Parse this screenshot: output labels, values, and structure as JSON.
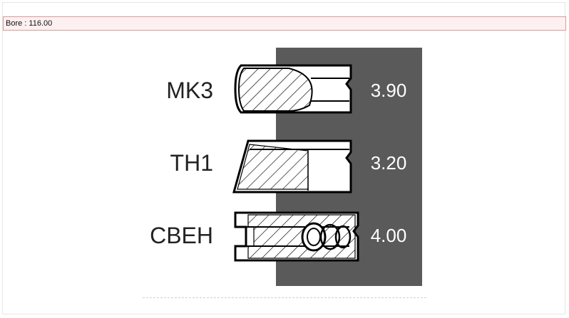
{
  "bore_bar": {
    "text": "Bore : 116.00"
  },
  "rings": [
    {
      "name": "MK3",
      "value": "3.90"
    },
    {
      "name": "TH1",
      "value": "3.20"
    },
    {
      "name": "CBEH",
      "value": "4.00"
    }
  ],
  "colors": {
    "panel": "#5a5a5a",
    "bore_border": "#d99a9a",
    "bore_bg": "#fdf0f0"
  }
}
